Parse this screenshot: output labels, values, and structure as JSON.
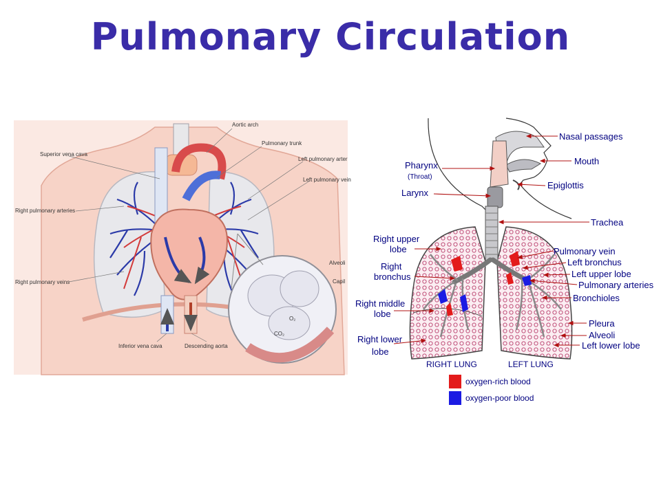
{
  "title": "Pulmonary Circulation",
  "colors": {
    "title": "#3a2ca8",
    "label_text": "#000080",
    "oxygen_rich": "#e31b1b",
    "oxygen_poor": "#1b1be3",
    "arrow": "#b01010",
    "alveoli": "#d07090"
  },
  "left_figure": {
    "labels": {
      "aortic_arch": "Aortic arch",
      "superior_vena_cava": "Superior vena cava",
      "pulmonary_trunk": "Pulmonary trunk",
      "left_pulmonary_arteries": "Left pulmonary arter",
      "left_pulmonary_veins": "Left pulmonary vein",
      "right_pulmonary_arteries": "Right pulmonary arteries",
      "right_pulmonary_veins": "Right pulmonary veins",
      "alveoli": "Alveoli",
      "capillaries": "Capil",
      "inferior_vena_cava": "Inferior vena cava",
      "descending_aorta": "Descending aorta",
      "o2": "O₂",
      "co2": "CO₂"
    }
  },
  "right_figure": {
    "labels": {
      "nasal_passages": "Nasal passages",
      "mouth": "Mouth",
      "pharynx": "Pharynx",
      "throat": "(Throat)",
      "larynx": "Larynx",
      "epiglottis": "Epiglottis",
      "trachea": "Trachea",
      "right_upper_lobe_1": "Right upper",
      "right_upper_lobe_2": "lobe",
      "right_bronchus_1": "Right",
      "right_bronchus_2": "bronchus",
      "right_middle_lobe_1": "Right middle",
      "right_middle_lobe_2": "lobe",
      "right_lower_lobe_1": "Right lower",
      "right_lower_lobe_2": "lobe",
      "pulmonary_vein": "Pulmonary vein",
      "left_bronchus": "Left bronchus",
      "left_upper_lobe": "Left upper lobe",
      "pulmonary_arteries": "Pulmonary arteries",
      "bronchioles": "Bronchioles",
      "pleura": "Pleura",
      "alveoli": "Alveoli",
      "left_lower_lobe": "Left lower lobe",
      "right_lung": "RIGHT LUNG",
      "left_lung": "LEFT LUNG"
    },
    "legend": [
      {
        "label": "oxygen-rich blood",
        "color": "#e31b1b"
      },
      {
        "label": "oxygen-poor blood",
        "color": "#1b1be3"
      }
    ]
  }
}
